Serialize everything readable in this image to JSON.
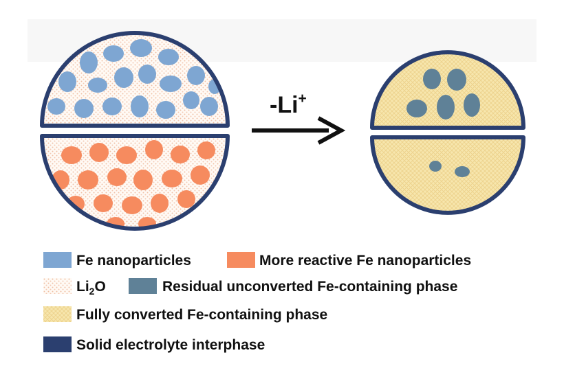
{
  "arrow": {
    "label": "-Li",
    "superscript": "+"
  },
  "legend": {
    "fe_nanoparticles": "Fe nanoparticles",
    "reactive_fe": "More reactive Fe nanoparticles",
    "li2o_main": "Li",
    "li2o_sub": "2",
    "li2o_end": "O",
    "residual": "Residual unconverted Fe-containing phase",
    "fully_converted": "Fully converted Fe-containing phase",
    "sei": "Solid electrolyte interphase"
  },
  "colors": {
    "fe_blue": "#7ea6d2",
    "reactive_orange": "#f68b5f",
    "residual_slate": "#5f8197",
    "sei_navy": "#2b3f6f",
    "li2o_dots": "#f3c9b3",
    "converted_yellow": "#f5e3a6"
  },
  "icons": {
    "arrow": "right-arrow-icon"
  }
}
